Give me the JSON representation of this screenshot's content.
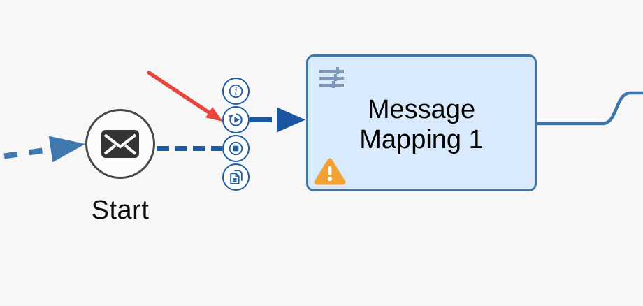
{
  "canvas": {
    "background": "#f7f7f8"
  },
  "flow": {
    "start_node": {
      "label": "Start",
      "icon": "envelope-icon",
      "type": "message-start-event"
    },
    "mapping_node": {
      "label": "Message Mapping 1",
      "label_lines": [
        "Message",
        "Mapping 1"
      ],
      "icon": "sliders-icon",
      "status_icon": "warning-triangle-icon",
      "status": "warning"
    },
    "context_buttons": [
      {
        "id": "info",
        "icon": "info-icon"
      },
      {
        "id": "run",
        "icon": "run-once-icon"
      },
      {
        "id": "stop",
        "icon": "stop-icon"
      },
      {
        "id": "copy",
        "icon": "copy-icon"
      }
    ],
    "connectors": [
      {
        "id": "incoming",
        "style": "dashed-arrow",
        "from": "offscreen-left",
        "to": "start-node"
      },
      {
        "id": "start-to-stop-button",
        "style": "dashed",
        "from": "start-node",
        "to": "stop-button"
      },
      {
        "id": "run-to-mapping",
        "style": "dashed-arrow",
        "from": "run-button",
        "to": "mapping-node"
      },
      {
        "id": "outgoing",
        "style": "solid-curve",
        "from": "mapping-node",
        "to": "offscreen-right"
      }
    ],
    "annotation": {
      "type": "red-arrow",
      "points_to": "run-button"
    }
  },
  "colors": {
    "background": "#f7f7f8",
    "flow_blue_dark": "#1d5ca7",
    "arrow_navy": "#1a55a0",
    "connector_steel_blue": "#4079ae",
    "node_border_gray": "#4a4a4a",
    "box_fill": "#d9eafc",
    "box_border": "#3e76a8",
    "sliders_gray_blue": "#7e97b8",
    "warning_orange": "#f2a233",
    "annotation_red": "#e8453c"
  }
}
